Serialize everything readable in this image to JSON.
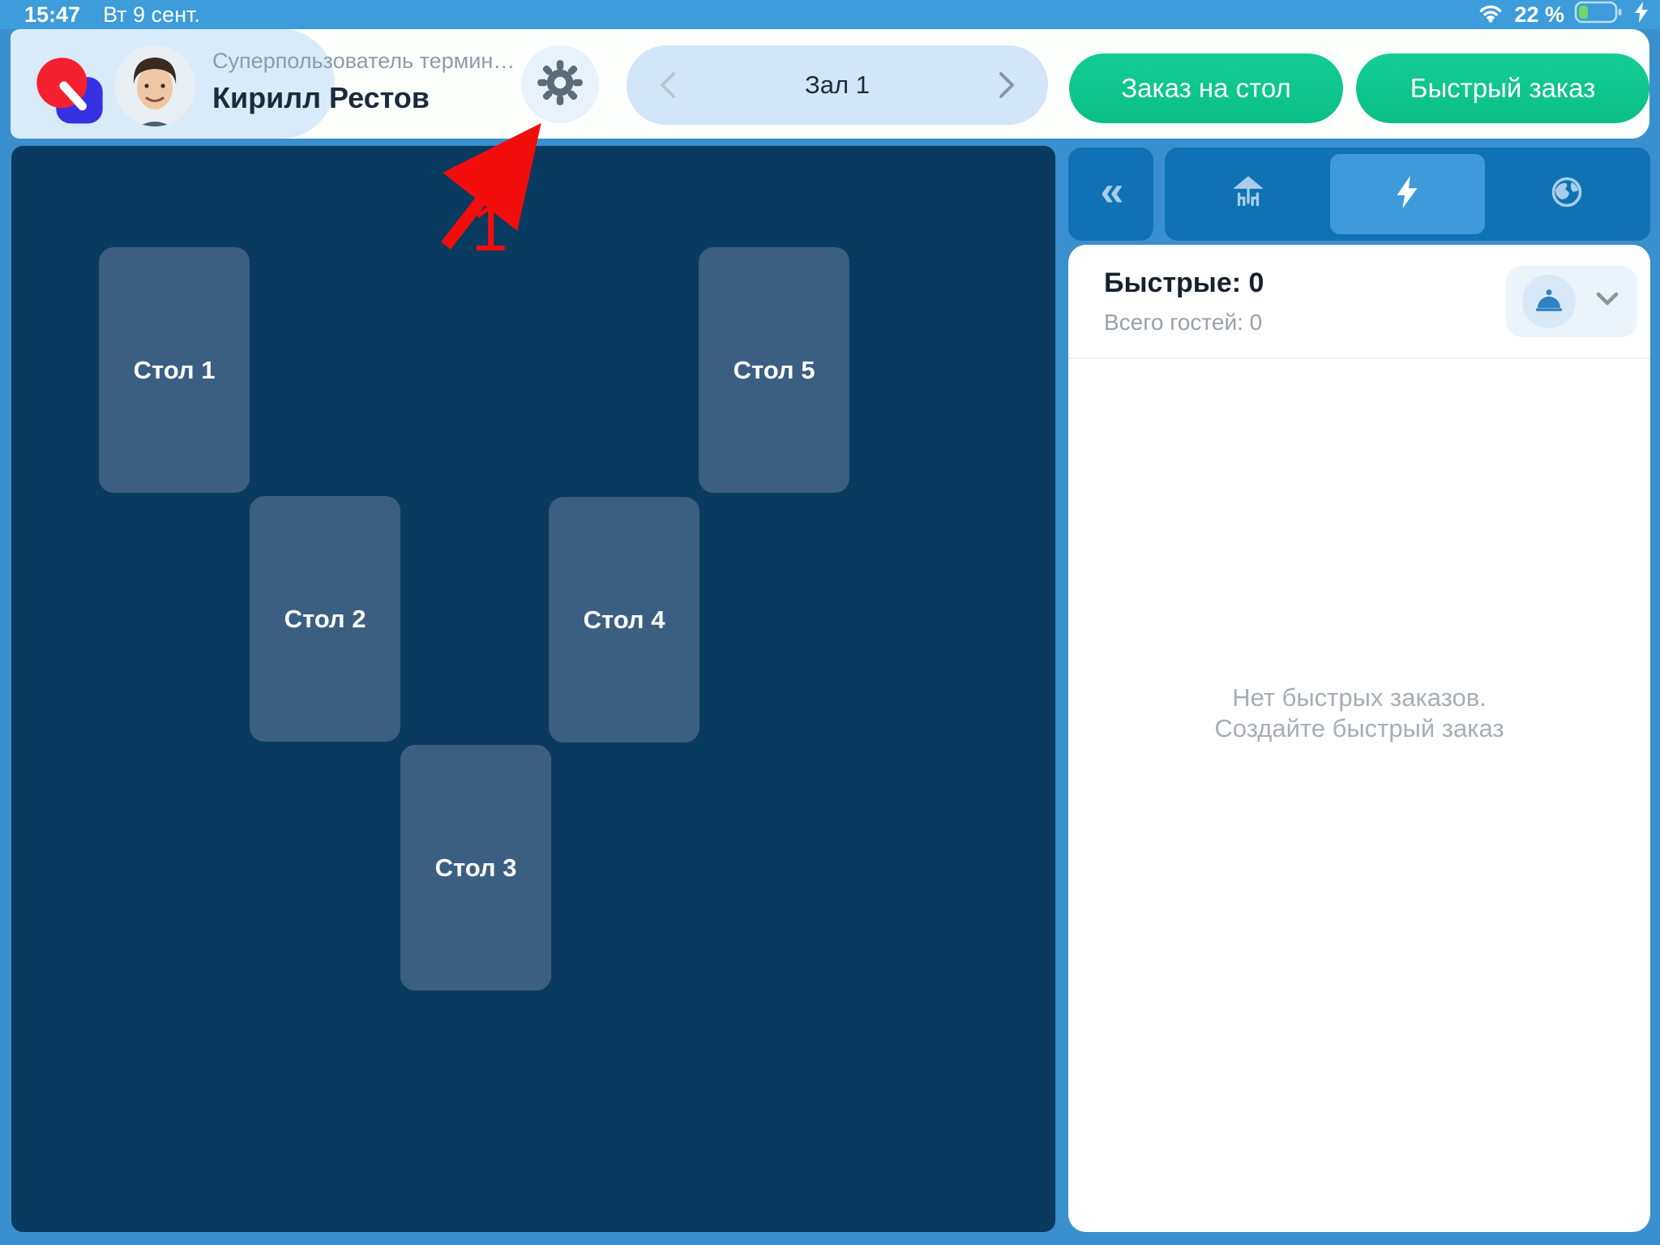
{
  "status_bar": {
    "time": "15:47",
    "date": "Вт 9 сент.",
    "battery_percent": "22 %"
  },
  "header": {
    "role": "Суперпользователь термин…",
    "user_name": "Кирилл Рестов",
    "hall_label": "Зал 1",
    "order_to_table_button": "Заказ на стол",
    "quick_order_button": "Быстрый заказ"
  },
  "floorplan": {
    "tables": [
      {
        "label": "Стол 1"
      },
      {
        "label": "Стол 2"
      },
      {
        "label": "Стол 3"
      },
      {
        "label": "Стол 4"
      },
      {
        "label": "Стол 5"
      }
    ]
  },
  "annotation": {
    "step_number": "1"
  },
  "sidebar": {
    "collapse_glyph": "«",
    "tabs": [
      {
        "icon": "terrace-tables-icon",
        "selected": false
      },
      {
        "icon": "quick-order-lightning-icon",
        "selected": true
      },
      {
        "icon": "delivery-globe-icon",
        "selected": false
      }
    ],
    "quick_orders": {
      "title": "Быстрые: 0",
      "guests_total": "Всего гостей: 0",
      "empty_state_line1": "Нет быстрых заказов.",
      "empty_state_line2": "Создайте быстрый заказ"
    }
  },
  "colors": {
    "app_background": "#3a8fce",
    "status_bar": "#3d9cda",
    "accent_green": "#0fc78f",
    "floorplan_background": "#093a5f",
    "table_tile": "#3a5f82",
    "sidebar_button": "#0f72b4",
    "sidebar_tab_selected": "#3e9ad9",
    "annotation_red": "#f20d0d"
  }
}
